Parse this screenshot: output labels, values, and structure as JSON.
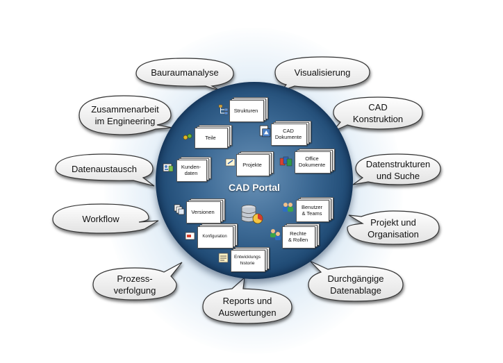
{
  "portal": {
    "title": "CAD Portal"
  },
  "bubbles": [
    {
      "id": "bauraumanalyse",
      "text": "Bauraumanalyse"
    },
    {
      "id": "visualisierung",
      "text": "Visualisierung"
    },
    {
      "id": "zusammenarbeit",
      "text": "Zusammenarbeit\nim Engineering"
    },
    {
      "id": "cad-konstruktion",
      "text": "CAD\nKonstruktion"
    },
    {
      "id": "datenaustausch",
      "text": "Datenaustausch"
    },
    {
      "id": "datenstrukturen",
      "text": "Datenstrukturen\nund Suche"
    },
    {
      "id": "workflow",
      "text": "Workflow"
    },
    {
      "id": "projekt-organisation",
      "text": "Projekt und\nOrganisation"
    },
    {
      "id": "prozessverfolgung",
      "text": "Prozess-\nverfolgung"
    },
    {
      "id": "datenablage",
      "text": "Durchgängige\nDatenablage"
    },
    {
      "id": "reports",
      "text": "Reports und\nAuswertungen"
    }
  ],
  "stacks": [
    {
      "id": "strukturen",
      "text": "Strukturen",
      "icon": "hierarchy-icon"
    },
    {
      "id": "cad-dokumente",
      "text": "CAD\nDokumente",
      "icon": "cad-file-icon"
    },
    {
      "id": "teile",
      "text": "Teile",
      "icon": "parts-icon"
    },
    {
      "id": "kundendaten",
      "text": "Kunden-\ndaten",
      "icon": "contact-card-icon"
    },
    {
      "id": "projekte",
      "text": "Projekte",
      "icon": "notepad-icon"
    },
    {
      "id": "office-dokumente",
      "text": "Office\nDokumente",
      "icon": "office-files-icon"
    },
    {
      "id": "versionen",
      "text": "Versionen",
      "icon": "versions-icon"
    },
    {
      "id": "benutzer-teams",
      "text": "Benutzer\n& Teams",
      "icon": "users-icon"
    },
    {
      "id": "konfiguration",
      "text": "Konfiguration",
      "icon": "config-icon"
    },
    {
      "id": "rechte-rollen",
      "text": "Rechte\n& Rollen",
      "icon": "key-users-icon"
    },
    {
      "id": "entwicklungshistorie",
      "text": "Entwicklungs\nhistorie",
      "icon": "history-icon"
    }
  ],
  "center_icon": "database-icon"
}
